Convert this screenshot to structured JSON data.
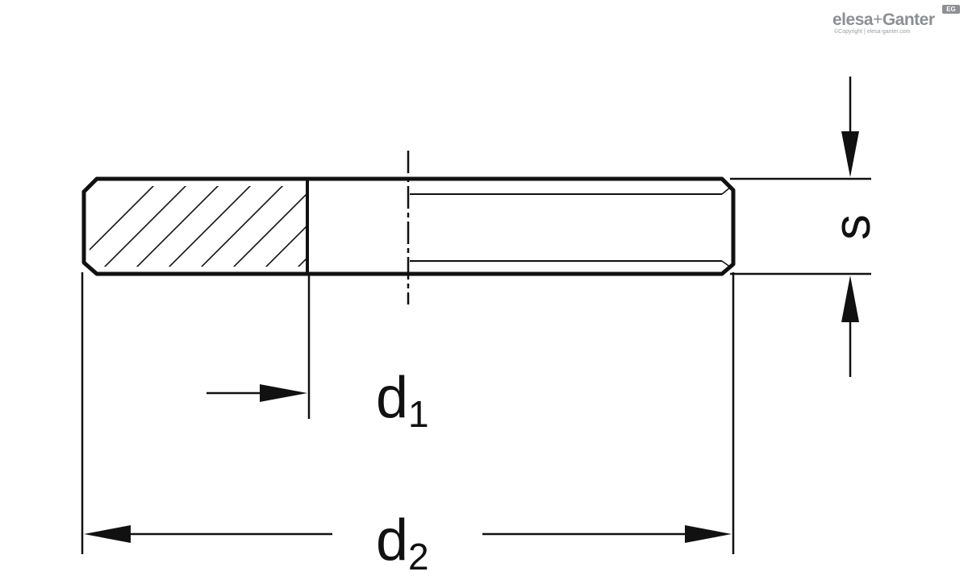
{
  "logo": {
    "brand_left": "elesa",
    "brand_plus": "+",
    "brand_right": "Ganter",
    "badge": "EG",
    "copyright": "©Copyright | elesa-ganter.com"
  },
  "labels": {
    "thickness": "s",
    "inner_diameter_base": "d",
    "inner_diameter_sub": "1",
    "outer_diameter_base": "d",
    "outer_diameter_sub": "2"
  },
  "colors": {
    "line": "#111111",
    "logo_grey": "#8c8f93"
  }
}
